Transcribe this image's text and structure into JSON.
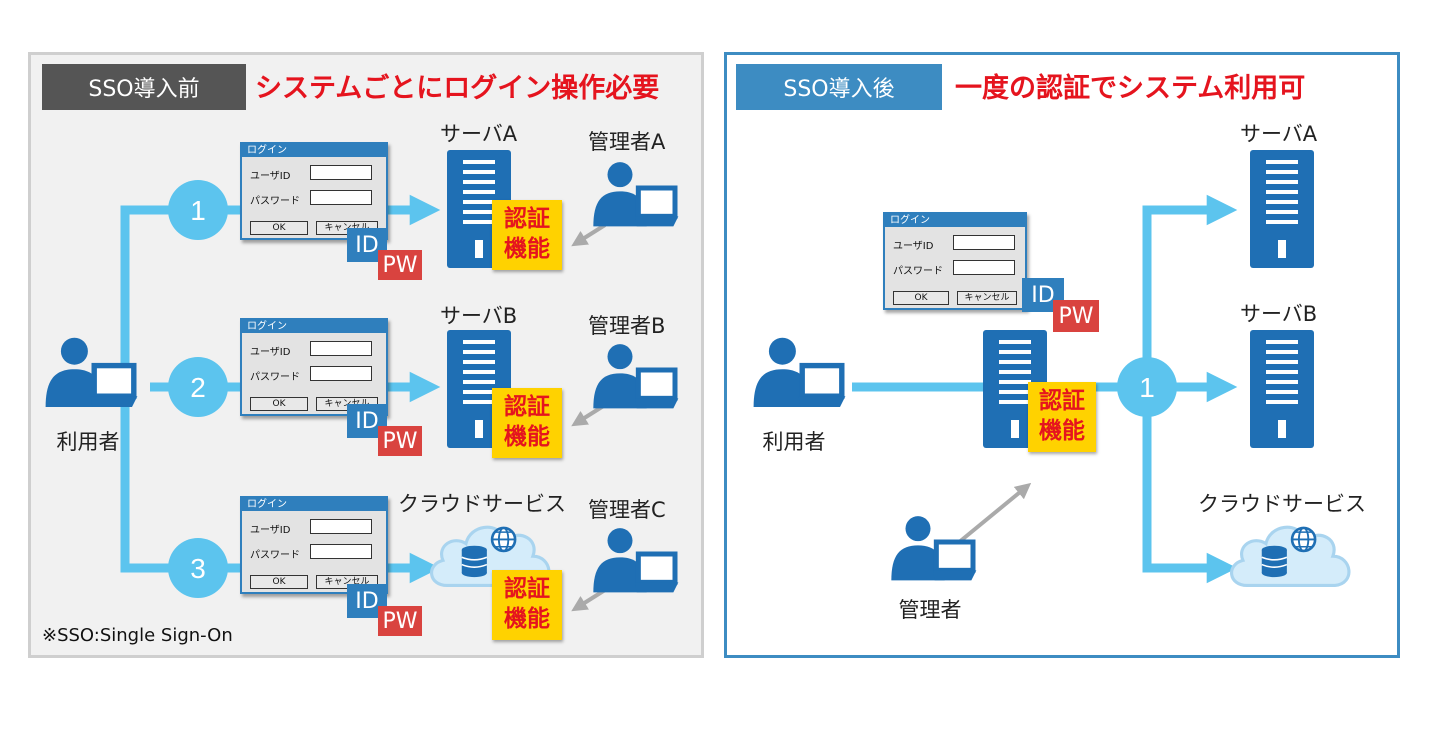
{
  "before": {
    "tag": "SSO導入前",
    "headline": "システムごとにログイン操作必要",
    "user_label": "利用者",
    "note": "※SSO:Single Sign-On",
    "servers": [
      {
        "name": "サーバA",
        "admin": "管理者A",
        "step": "1"
      },
      {
        "name": "サーバB",
        "admin": "管理者B",
        "step": "2"
      },
      {
        "name": "クラウドサービス",
        "admin": "管理者C",
        "step": "3"
      }
    ]
  },
  "after": {
    "tag": "SSO導入後",
    "headline": "一度の認証でシステム利用可",
    "user_label": "利用者",
    "admin_label": "管理者",
    "step": "1",
    "servers": [
      {
        "name": "サーバA"
      },
      {
        "name": "サーバB"
      },
      {
        "name": "クラウドサービス"
      }
    ]
  },
  "login": {
    "title": "ログイン",
    "user_id": "ユーザID",
    "password": "パスワード",
    "ok": "OK",
    "cancel": "キャンセル"
  },
  "badges": {
    "id": "ID",
    "pw": "PW"
  },
  "auth_line1": "認証",
  "auth_line2": "機能",
  "colors": {
    "arrow": "#5cc4ee",
    "icon_blue": "#1f6fb4",
    "auth_yellow": "#ffd200",
    "headline_red": "#e5141e",
    "before_tag": "#555555",
    "after_tag": "#3d8cc2",
    "id_badge": "#2f7fbd",
    "pw_badge": "#d9433f"
  },
  "icons": [
    "user-icon",
    "laptop-icon",
    "server-icon",
    "cloud-icon",
    "database-icon",
    "globe-icon",
    "login-dialog"
  ]
}
